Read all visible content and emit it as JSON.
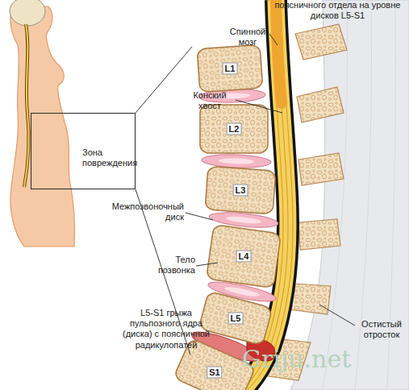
{
  "diagram": {
    "title": "поясничного отдела на уровне дисков L5-S1",
    "nodes": [
      {
        "text": [
          "Зона повреждения"
        ]
      },
      {
        "text": [
          "L1"
        ]
      },
      {
        "text": [
          "L2"
        ]
      },
      {
        "text": [
          "L3"
        ]
      },
      {
        "text": [
          "L4"
        ]
      },
      {
        "text": [
          "L5"
        ]
      },
      {
        "text": [
          "S1"
        ]
      }
    ],
    "labels": [
      "Спинной мозг",
      "Конский хвост",
      "Межпозвоночный диск",
      "Тело позвонка",
      "L5-S1 грыжа пульпозного ядра (диска) с поясничной радикулопатей",
      "Остистый отросток",
      "Griju.net"
    ]
  }
}
